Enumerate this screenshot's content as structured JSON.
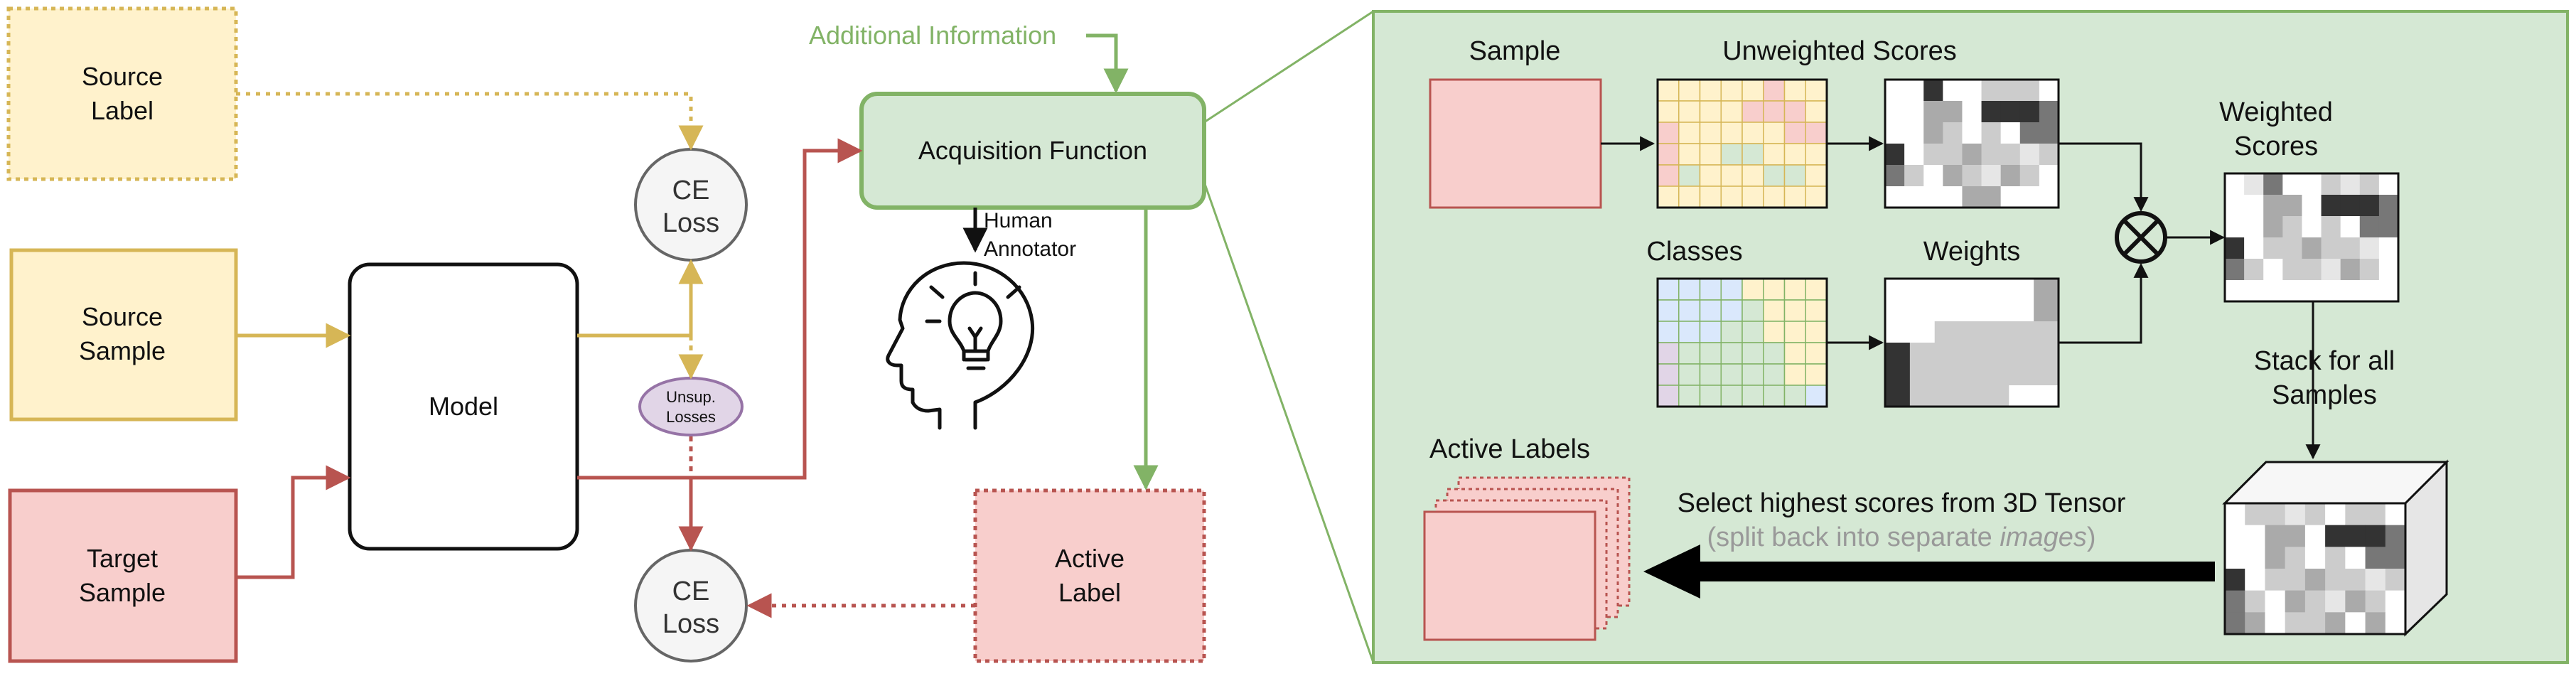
{
  "colors": {
    "source_fill": "#fff2cc",
    "source_stroke": "#d6b656",
    "target_fill": "#f8cecc",
    "target_stroke": "#b85450",
    "green_fill": "#d5e8d4",
    "green_stroke": "#82b366",
    "purple_fill": "#e1d5e7",
    "purple_stroke": "#9673a6",
    "gray_fill": "#f5f5f5",
    "gray_stroke": "#666666",
    "blue_fill": "#dae8fc"
  },
  "left": {
    "source_label": [
      "Source",
      "Label"
    ],
    "source_sample": [
      "Source",
      "Sample"
    ],
    "target_sample": [
      "Target",
      "Sample"
    ],
    "model": "Model",
    "ce_loss_top": [
      "CE",
      "Loss"
    ],
    "ce_loss_bottom": [
      "CE",
      "Loss"
    ],
    "unsup_losses": [
      "Unsup.",
      "Losses"
    ],
    "additional_information": "Additional Information",
    "acquisition_function": "Acquisition Function",
    "human_annotator": [
      "Human",
      "Annotator"
    ],
    "active_label": [
      "Active",
      "Label"
    ]
  },
  "panel": {
    "sample": "Sample",
    "unweighted_scores": "Unweighted Scores",
    "weighted_scores": [
      "Weighted",
      "Scores"
    ],
    "classes": "Classes",
    "weights": "Weights",
    "stack_for_all_samples": [
      "Stack for all",
      "Samples"
    ],
    "active_labels": "Active Labels",
    "select_highest": "Select highest scores from 3D Tensor",
    "split_back_prefix": "(split back into separate ",
    "split_back_italic": "images",
    "split_back_suffix": ")"
  },
  "icons": {
    "multiply": "circle-times-icon",
    "annotator": "head-with-lightbulb-icon"
  }
}
